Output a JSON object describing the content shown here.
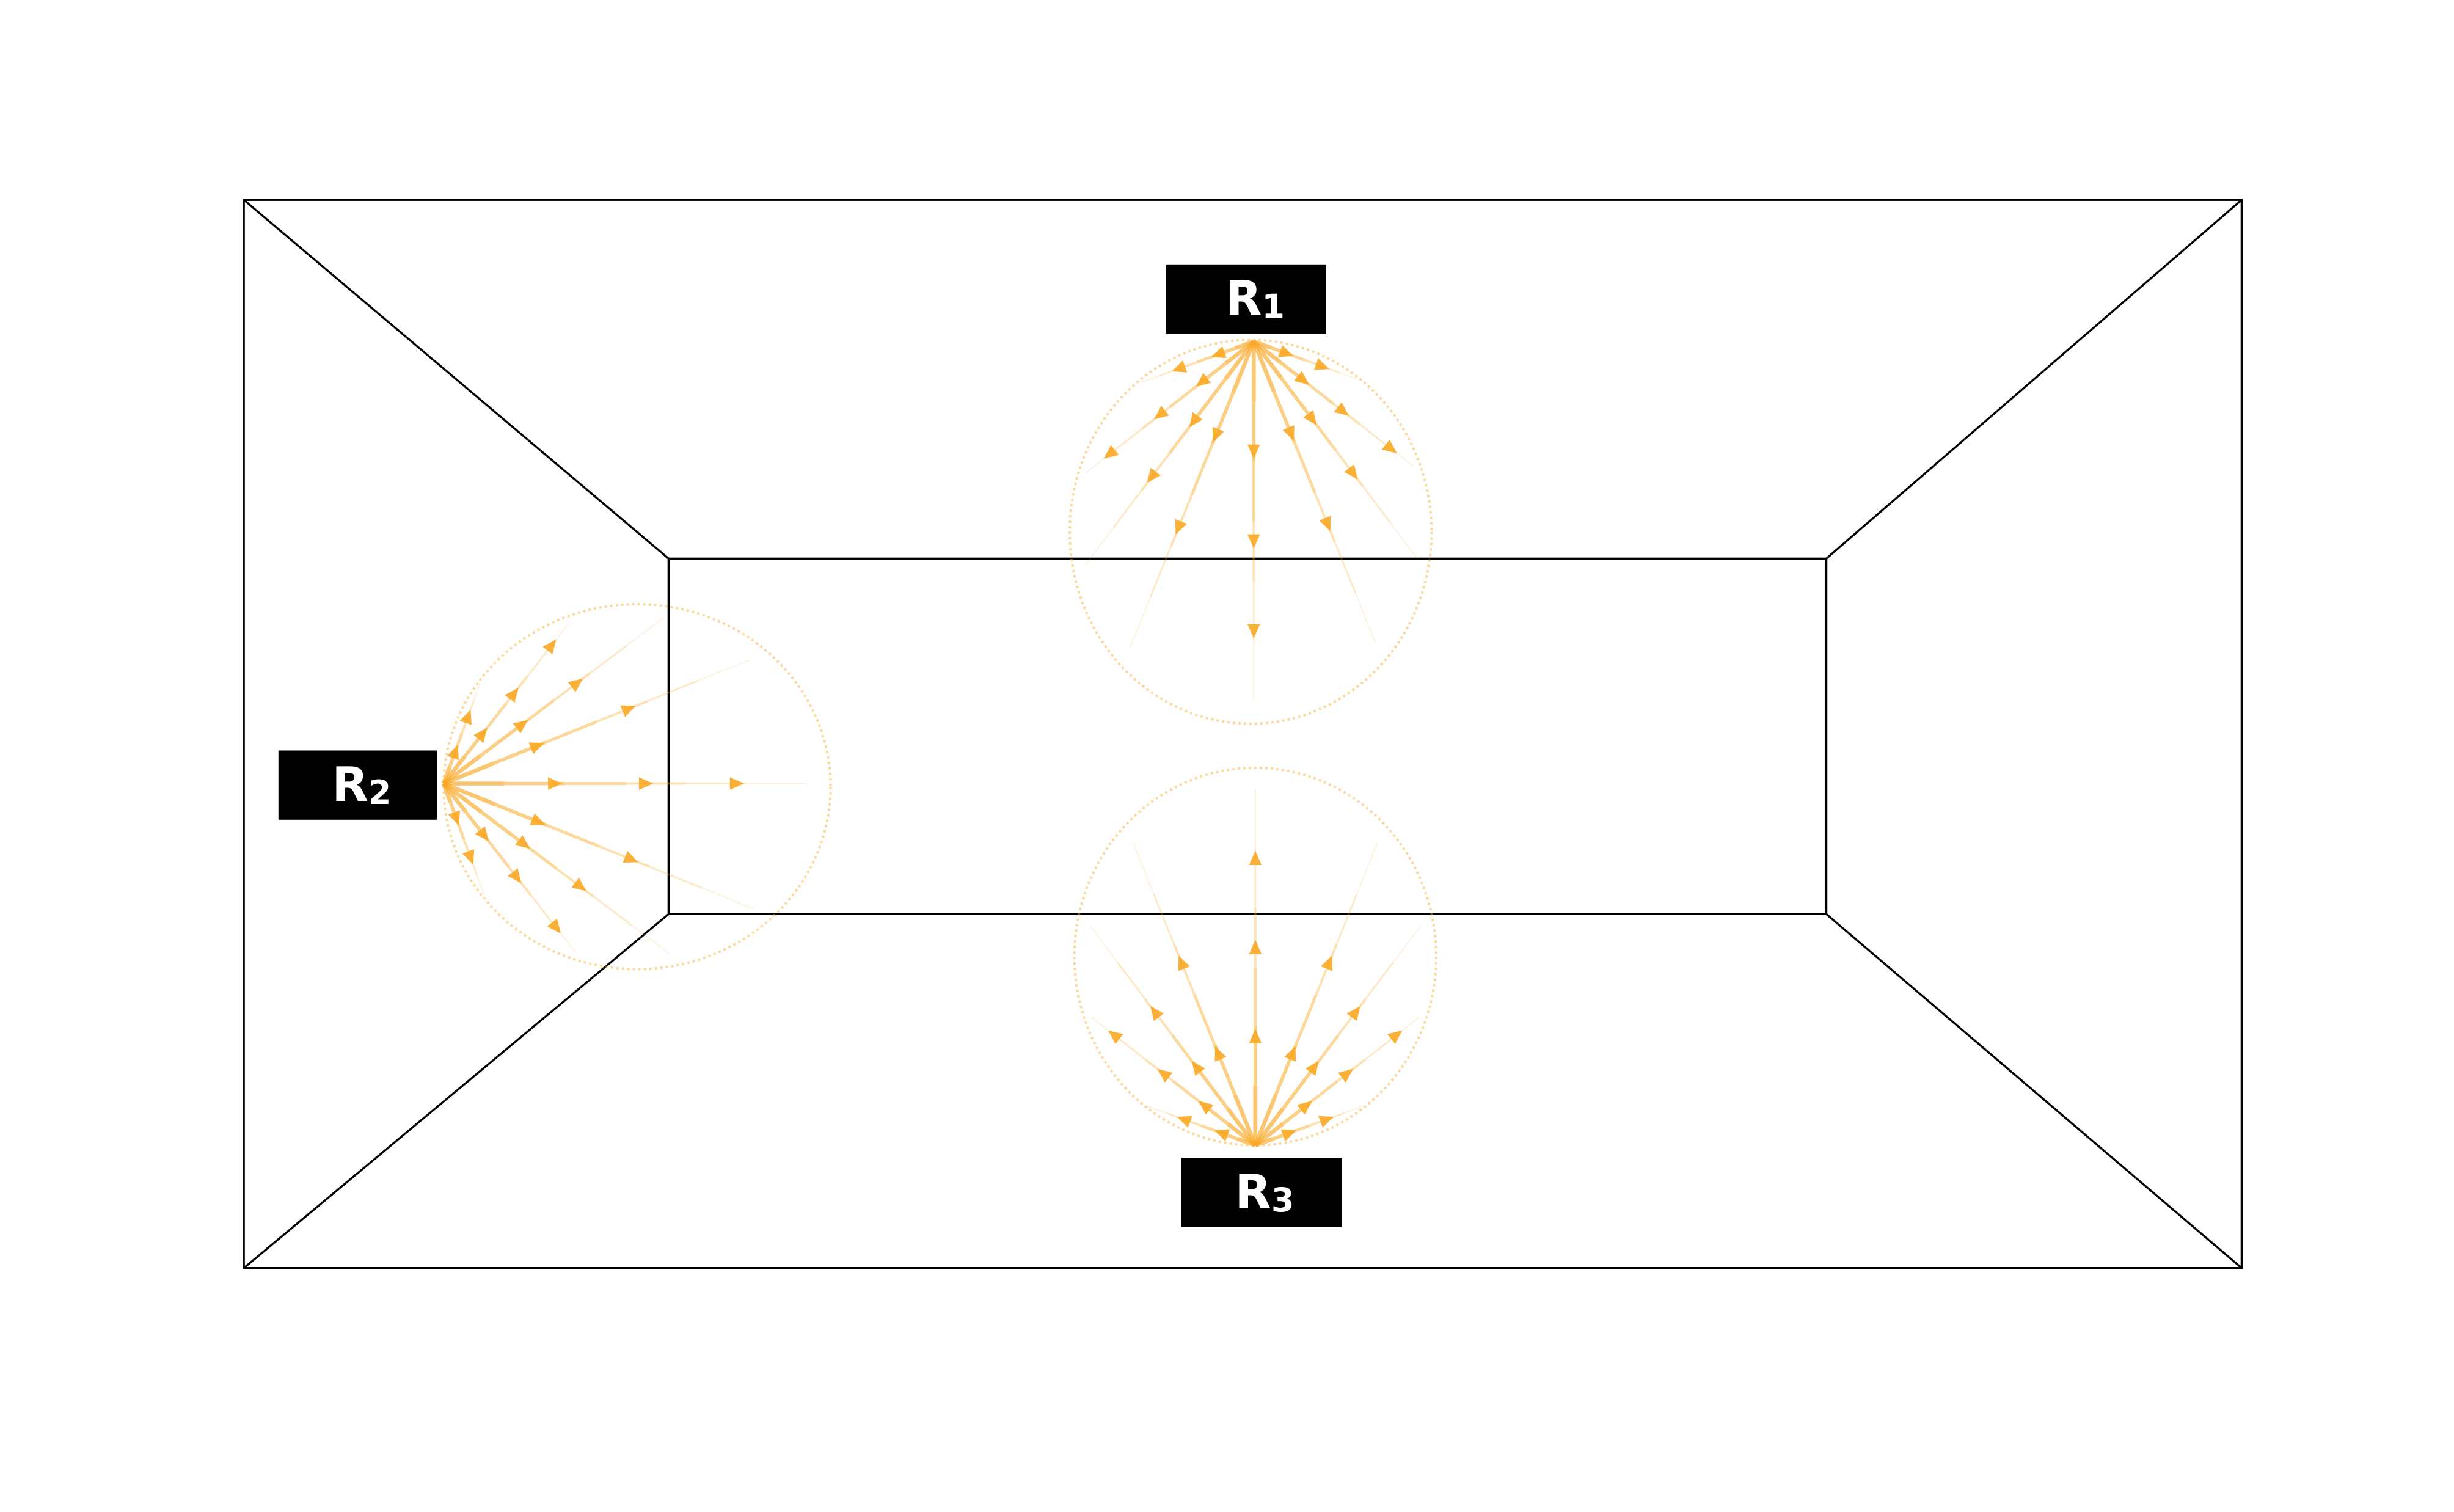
{
  "diagram": {
    "type": "room-perspective-with-radiation-sources",
    "ray_color": "#F9A825",
    "line_color": "#000000",
    "sources": [
      {
        "id": "r1",
        "main": "R",
        "sub": "1",
        "direction": "down"
      },
      {
        "id": "r2",
        "main": "R",
        "sub": "2",
        "direction": "right"
      },
      {
        "id": "r3",
        "main": "R",
        "sub": "3",
        "direction": "up"
      }
    ]
  }
}
